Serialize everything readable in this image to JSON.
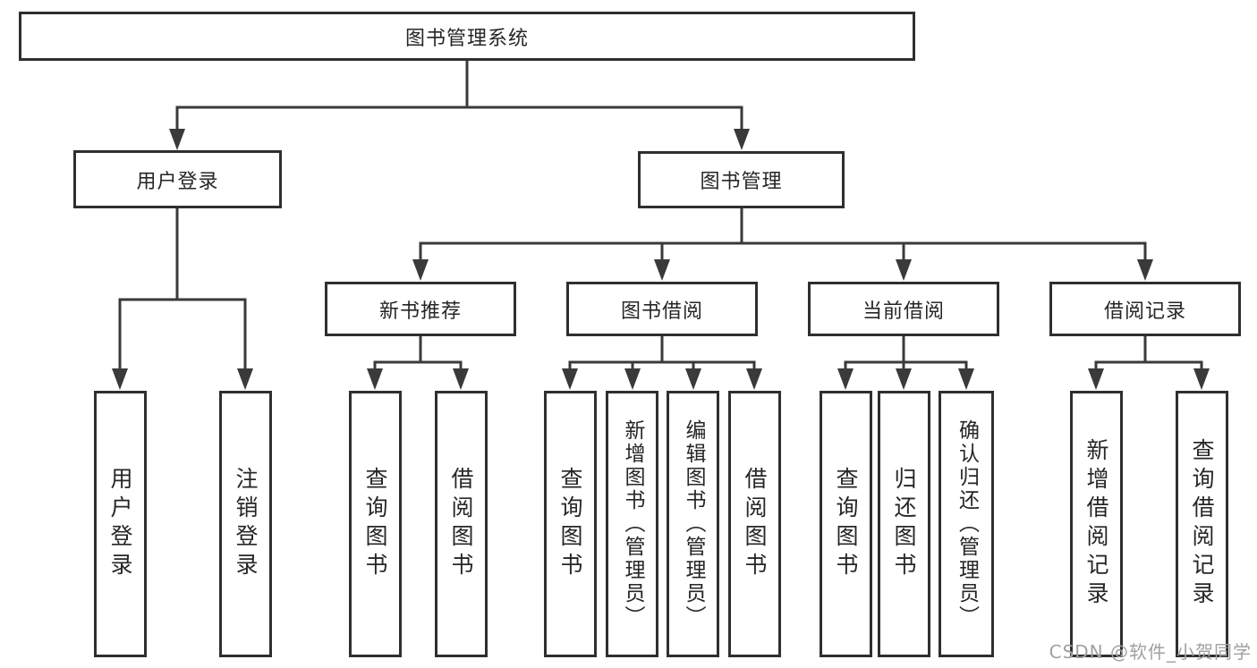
{
  "diagram": {
    "title": "图书管理系统",
    "nodes": {
      "root": "图书管理系统",
      "user_login": "用户登录",
      "book_mgmt": "图书管理",
      "new_book_rec": "新书推荐",
      "book_borrow": "图书借阅",
      "current_borrow": "当前借阅",
      "borrow_records": "借阅记录",
      "ul_user_login": "用户登录",
      "ul_logout": "注销登录",
      "nbr_query_book": "查询图书",
      "nbr_borrow_book": "借阅图书",
      "bb_query_book": "查询图书",
      "bb_add_book": "新增图书（管理员）",
      "bb_edit_book": "编辑图书（管理员）",
      "bb_borrow_book": "借阅图书",
      "cb_query_book": "查询图书",
      "cb_return_book": "归还图书",
      "cb_confirm_return": "确认归还（管理员）",
      "br_add_record": "新增借阅记录",
      "br_query_record": "查询借阅记录"
    },
    "hierarchy": {
      "图书管理系统": {
        "用户登录": [
          "用户登录",
          "注销登录"
        ],
        "图书管理": {
          "新书推荐": [
            "查询图书",
            "借阅图书"
          ],
          "图书借阅": [
            "查询图书",
            "新增图书（管理员）",
            "编辑图书（管理员）",
            "借阅图书"
          ],
          "当前借阅": [
            "查询图书",
            "归还图书",
            "确认归还（管理员）"
          ],
          "借阅记录": [
            "新增借阅记录",
            "查询借阅记录"
          ]
        }
      }
    }
  },
  "watermark": "CSDN @软件_小贺同学",
  "colors": {
    "line": "#3a3a3a",
    "box_border": "#2f2f2f",
    "box_fill": "#ffffff",
    "text": "#262626",
    "watermark": "#a0a0a0",
    "background": "#ffffff"
  }
}
